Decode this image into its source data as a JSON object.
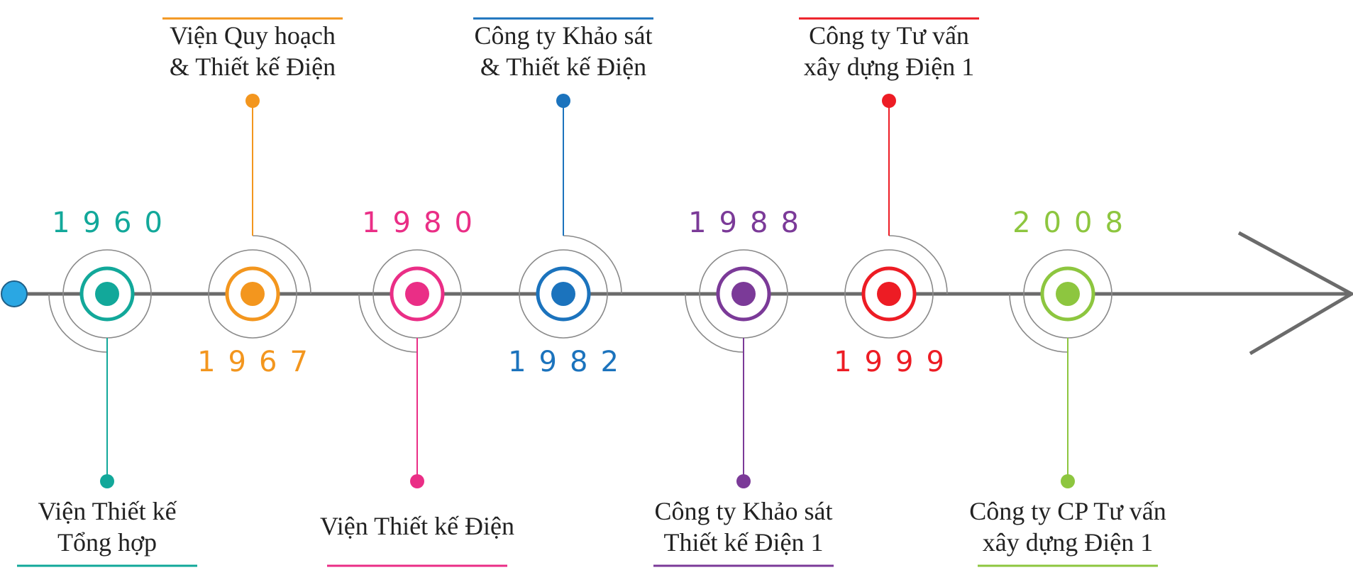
{
  "timeline": {
    "axis_color": "#6b6b6b",
    "start_dot_color": "#2aa7e3",
    "events": [
      {
        "year": "1960",
        "name_lines": [
          "Viện Thiết kế",
          "Tổng hợp"
        ],
        "color": "#12a89a",
        "year_position": "above",
        "name_position": "below"
      },
      {
        "year": "1967",
        "name_lines": [
          "Viện Quy hoạch",
          "& Thiết kế Điện"
        ],
        "color": "#f3961e",
        "year_position": "below",
        "name_position": "above"
      },
      {
        "year": "1980",
        "name_lines": [
          "Viện Thiết kế Điện"
        ],
        "color": "#ea2e86",
        "year_position": "above",
        "name_position": "below"
      },
      {
        "year": "1982",
        "name_lines": [
          "Công ty Khảo sát",
          "& Thiết kế Điện"
        ],
        "color": "#1b73bd",
        "year_position": "below",
        "name_position": "above"
      },
      {
        "year": "1988",
        "name_lines": [
          "Công ty Khảo sát",
          "Thiết kế Điện 1"
        ],
        "color": "#7b3a98",
        "year_position": "above",
        "name_position": "below"
      },
      {
        "year": "1999",
        "name_lines": [
          "Công ty Tư vấn",
          "xây dựng Điện 1"
        ],
        "color": "#ed1c24",
        "year_position": "below",
        "name_position": "above"
      },
      {
        "year": "2008",
        "name_lines": [
          "Công ty CP Tư vấn",
          "xây dựng Điện 1"
        ],
        "color": "#8dc63f",
        "year_position": "above",
        "name_position": "below"
      }
    ]
  }
}
